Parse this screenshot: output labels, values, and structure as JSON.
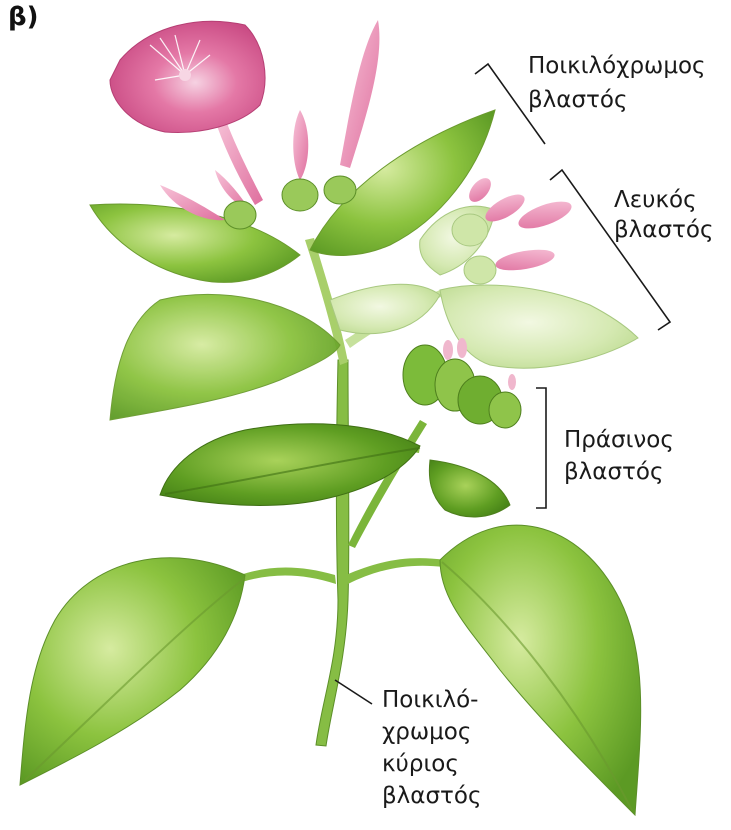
{
  "panel_label": "β)",
  "labels": {
    "variegated_shoot": [
      "Ποικιλόχρωμος",
      "βλαστός"
    ],
    "white_shoot": [
      "Λευκός",
      "βλαστός"
    ],
    "green_shoot": [
      "Πράσινος",
      "βλαστός"
    ],
    "main_stem": [
      "Ποικιλό-",
      "χρωμος",
      "κύριος",
      "βλαστός"
    ]
  },
  "colors": {
    "flower_pink": "#e0709e",
    "bud_pink": "#ee8fb6",
    "green_leaf": "#7fb83a",
    "pale_leaf": "#cfe6a8",
    "stem_green": "#8cc04a",
    "line": "#1a1a1a"
  }
}
